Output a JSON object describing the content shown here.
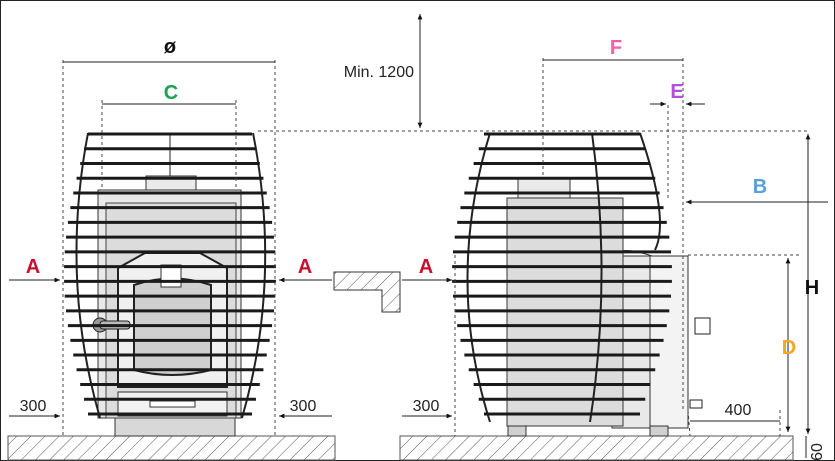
{
  "labels": {
    "diameter": "ø",
    "c": "C",
    "min_height": "Min. 1200",
    "f": "F",
    "e": "E",
    "b": "B",
    "a_left": "A",
    "a_mid": "A",
    "a_right": "A",
    "h": "H",
    "d": "D",
    "c300_left": "300",
    "c300_mid_left": "300",
    "c300_mid_right": "300",
    "c400": "400",
    "c60": "60"
  },
  "colors": {
    "label_a": "#c8102e",
    "label_c": "#1aa34a",
    "label_f": "#ff5aa5",
    "label_e": "#b050d8",
    "label_b": "#5aa0d8",
    "label_d": "#f5a623",
    "label_h": "#111111",
    "rib": "#1a1a1a",
    "body_fill": "#e6e6e6",
    "floor_hatch": "#555555"
  },
  "icons": {
    "arrow": "arrow-icon",
    "hatch": "hatch-pattern"
  }
}
